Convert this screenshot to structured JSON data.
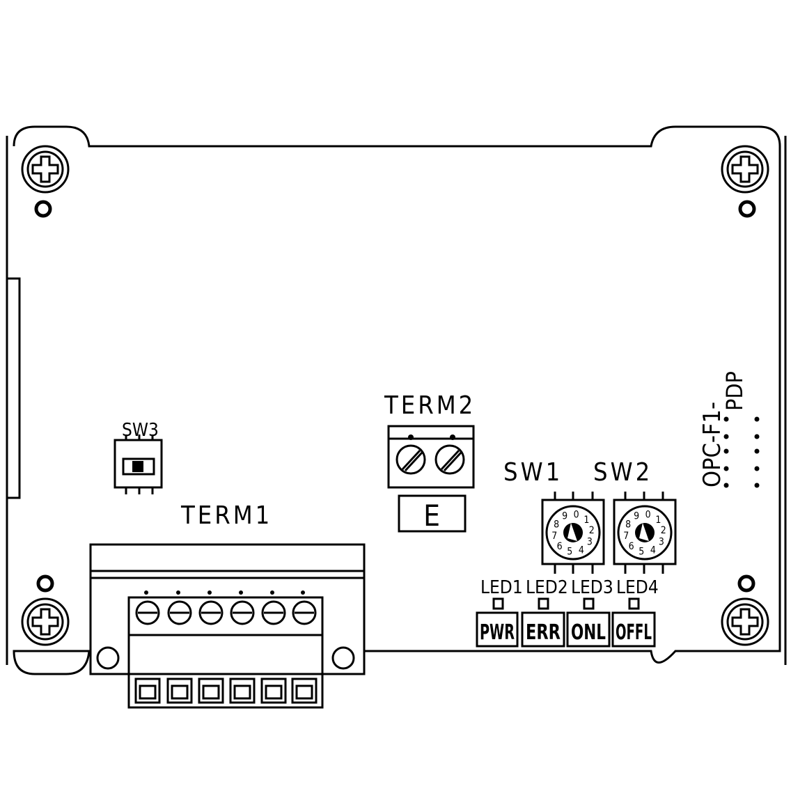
{
  "labels": {
    "term1": "TERM1",
    "term2": "TERM2",
    "term2_tag": "E",
    "sw1": "SW1",
    "sw2": "SW2",
    "sw3": "SW3",
    "model_line1": "OPC-F1-",
    "model_line2": "PDP"
  },
  "leds": [
    {
      "label": "LED1",
      "tag": "PWR"
    },
    {
      "label": "LED2",
      "tag": "ERR"
    },
    {
      "label": "LED3",
      "tag": "ONL"
    },
    {
      "label": "LED4",
      "tag": "OFFL"
    }
  ],
  "dial_digits": [
    "0",
    "1",
    "2",
    "3",
    "4",
    "5",
    "6",
    "7",
    "8",
    "9"
  ]
}
